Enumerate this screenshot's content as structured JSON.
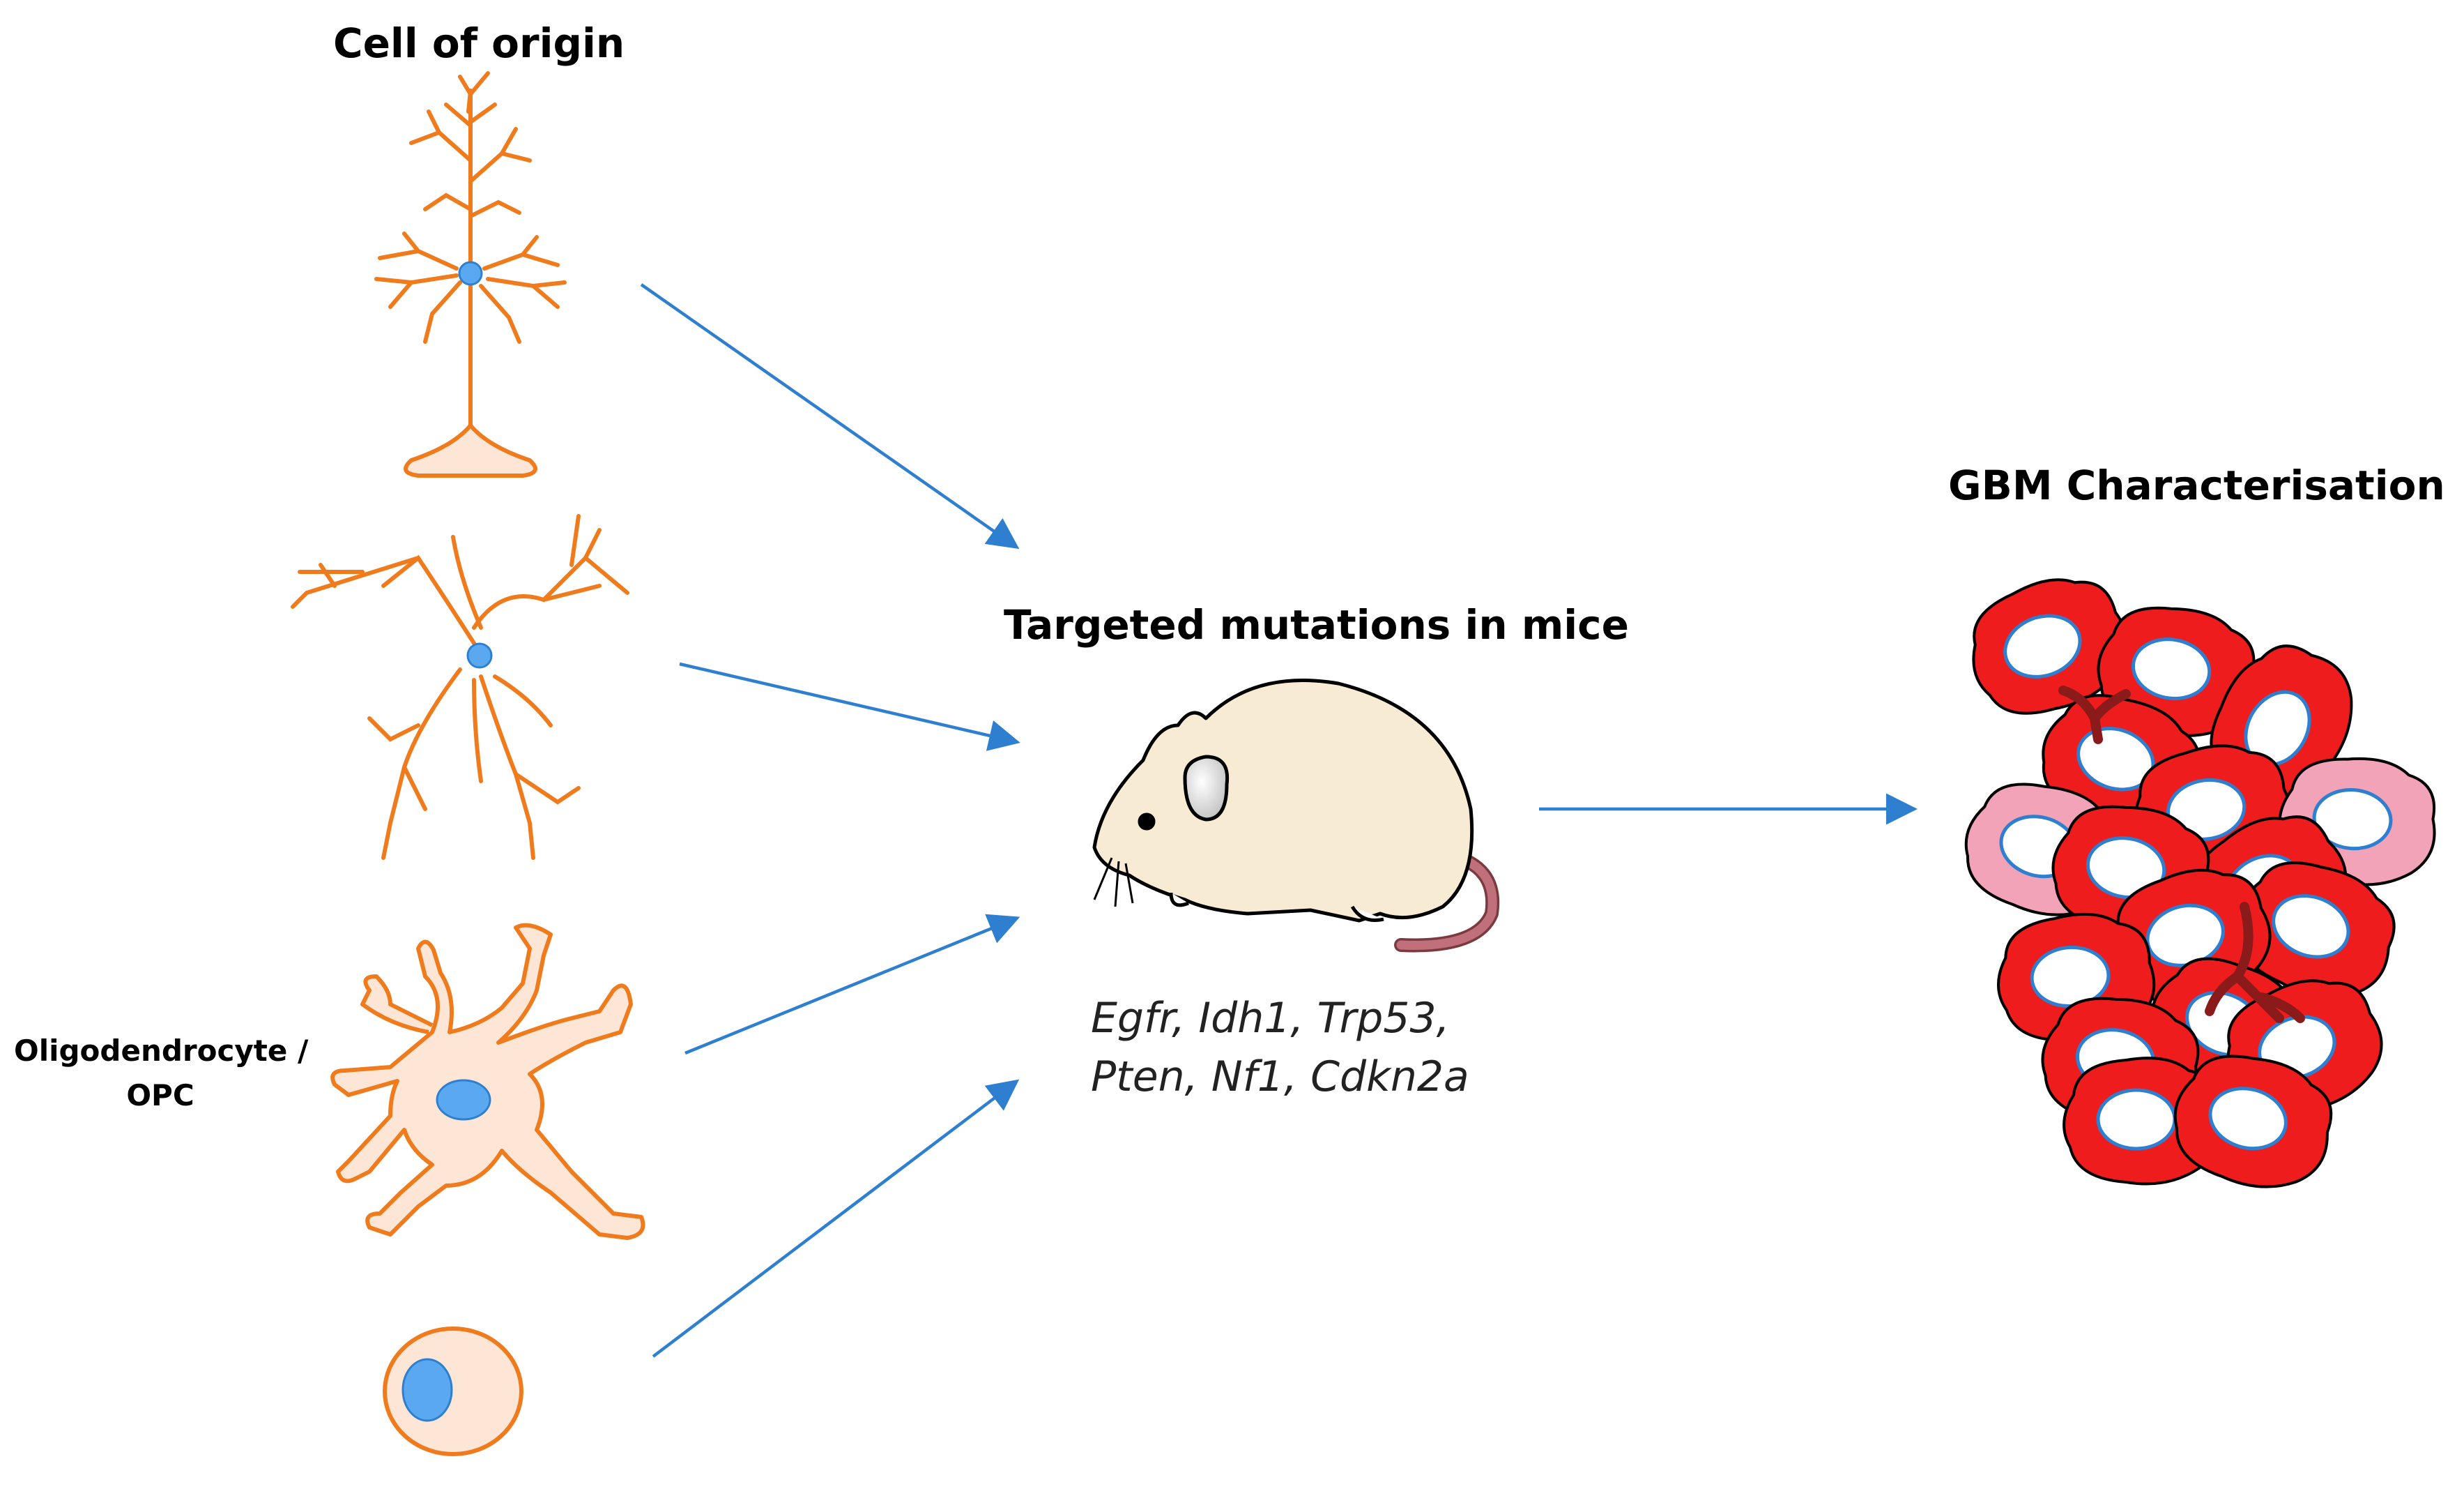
{
  "labels": {
    "cell_of_origin": "Cell of origin",
    "targeted_mutations": "Targeted mutations in mice",
    "gbm_characterisation": "GBM Characterisation",
    "oligo_line1": "Oligodendrocyte /",
    "oligo_line2": "OPC"
  },
  "genes": {
    "line1": "Egfr, Idh1, Trp53,",
    "line2": "Pten, Nf1, Cdkn2a"
  },
  "icons": {
    "cells": [
      "neuron-icon",
      "astrocyte-icon",
      "oligodendrocyte-icon",
      "neural-stem-cell-icon"
    ],
    "mouse": "mouse-icon",
    "tumor": "tumor-cells-icon"
  },
  "colors": {
    "cell_outline": "#f07b1c",
    "cell_fill": "#fde6d6",
    "nucleus": "#5aa9f0",
    "arrow": "#2f7fd1",
    "tumor_cell": "#ee1c1c",
    "tumor_pink": "#f2a3b8",
    "vessel": "#8b1a1a",
    "mouse_body": "#f7ecd3",
    "mouse_tail": "#c0707a"
  }
}
